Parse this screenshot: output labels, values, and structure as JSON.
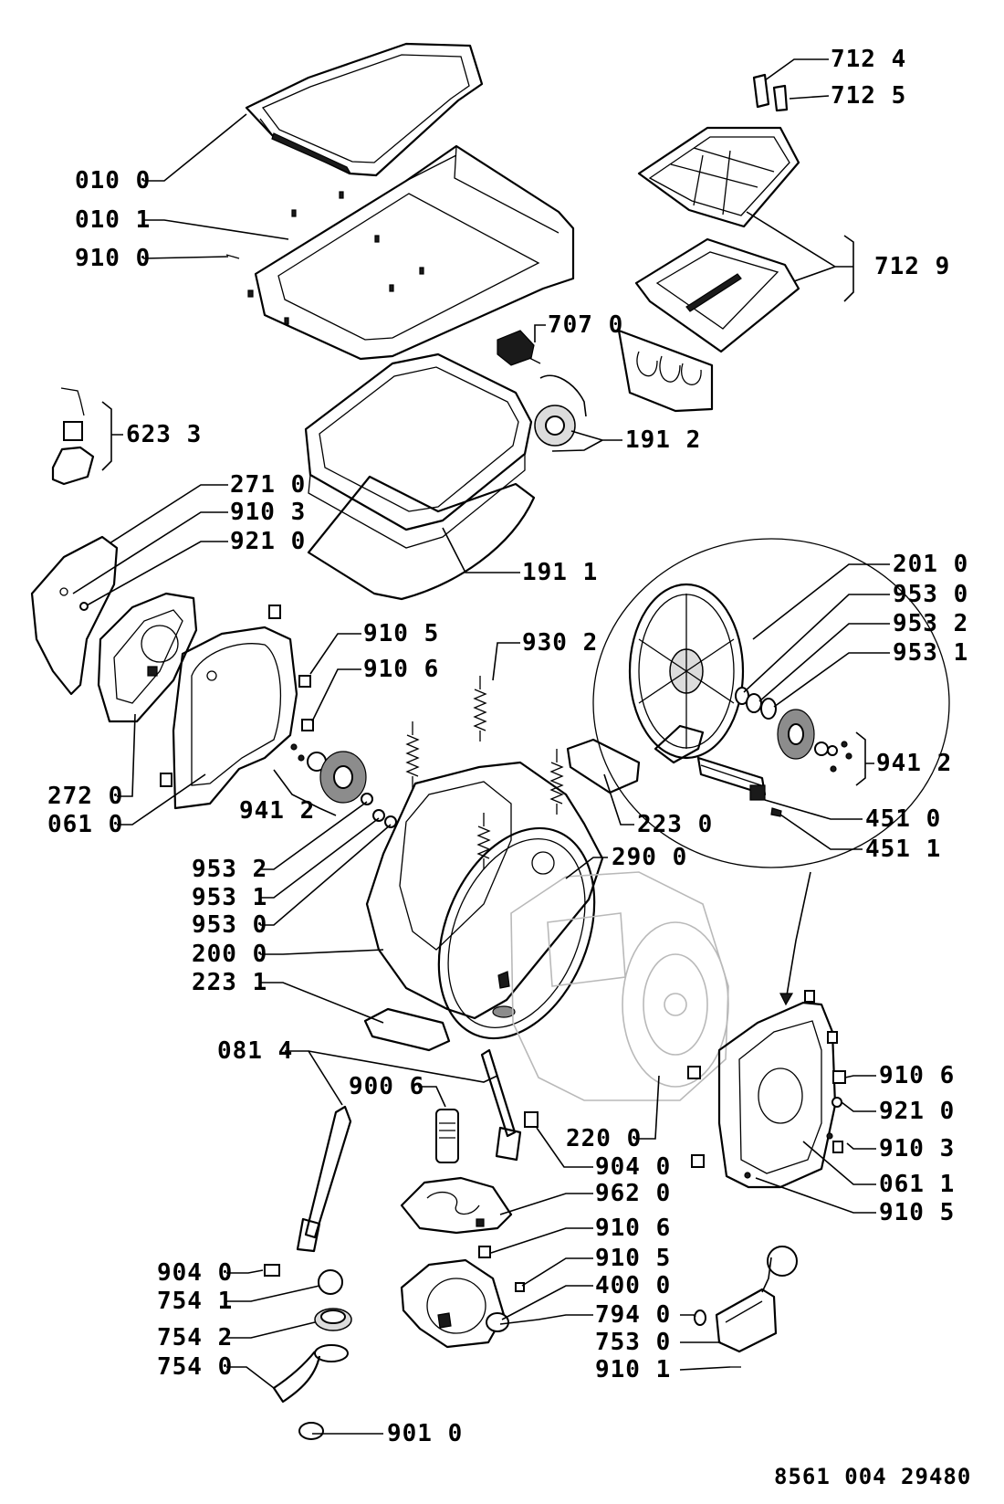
{
  "diagram": {
    "doc_ref": "8561 004 29480",
    "labels": {
      "010_0": "010 0",
      "010_1": "010 1",
      "910_0": "910 0",
      "712_4": "712 4",
      "712_5": "712 5",
      "712_9": "712 9",
      "707_0": "707 0",
      "623_3": "623 3",
      "191_2": "191 2",
      "271_0": "271 0",
      "910_3_left": "910 3",
      "921_0_left": "921 0",
      "191_1": "191 1",
      "201_0": "201 0",
      "953_0_right": "953 0",
      "953_2_right": "953 2",
      "953_1_right": "953 1",
      "910_5_left": "910 5",
      "910_6_left": "910 6",
      "930_2": "930 2",
      "941_2_right": "941 2",
      "272_0": "272 0",
      "061_0": "061 0",
      "941_2_left": "941 2",
      "451_0": "451 0",
      "223_0": "223 0",
      "451_1": "451 1",
      "953_2_left": "953 2",
      "290_0": "290 0",
      "953_1_left": "953 1",
      "953_0_left": "953 0",
      "200_0": "200 0",
      "223_1": "223 1",
      "081_4": "081 4",
      "910_6_right": "910 6",
      "900_6": "900 6",
      "921_0_right": "921 0",
      "220_0": "220 0",
      "910_3_right": "910 3",
      "904_0_mid": "904 0",
      "061_1": "061 1",
      "962_0": "962 0",
      "910_5_right": "910 5",
      "910_6_bottom": "910 6",
      "904_0_left": "904 0",
      "910_5_bottom": "910 5",
      "754_1": "754 1",
      "400_0": "400 0",
      "754_2": "754 2",
      "794_0": "794 0",
      "753_0": "753 0",
      "754_0": "754 0",
      "910_1": "910 1",
      "901_0": "901 0"
    }
  }
}
